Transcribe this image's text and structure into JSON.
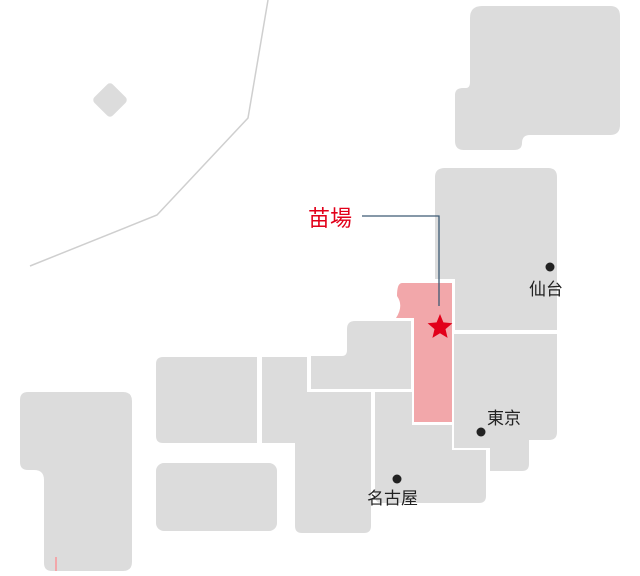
{
  "map": {
    "highlight_label": "苗場",
    "cities": {
      "sendai": "仙台",
      "tokyo": "東京",
      "nagoya": "名古屋"
    },
    "colors": {
      "land": "#dcdcdc",
      "highlight_region": "#f2a7aa",
      "accent": "#e2001a",
      "leader_line": "#3d5a73",
      "border_line": "#cfcfcf",
      "marker": "#222222"
    },
    "icons": {
      "location": "star-icon",
      "city": "dot-icon"
    }
  }
}
